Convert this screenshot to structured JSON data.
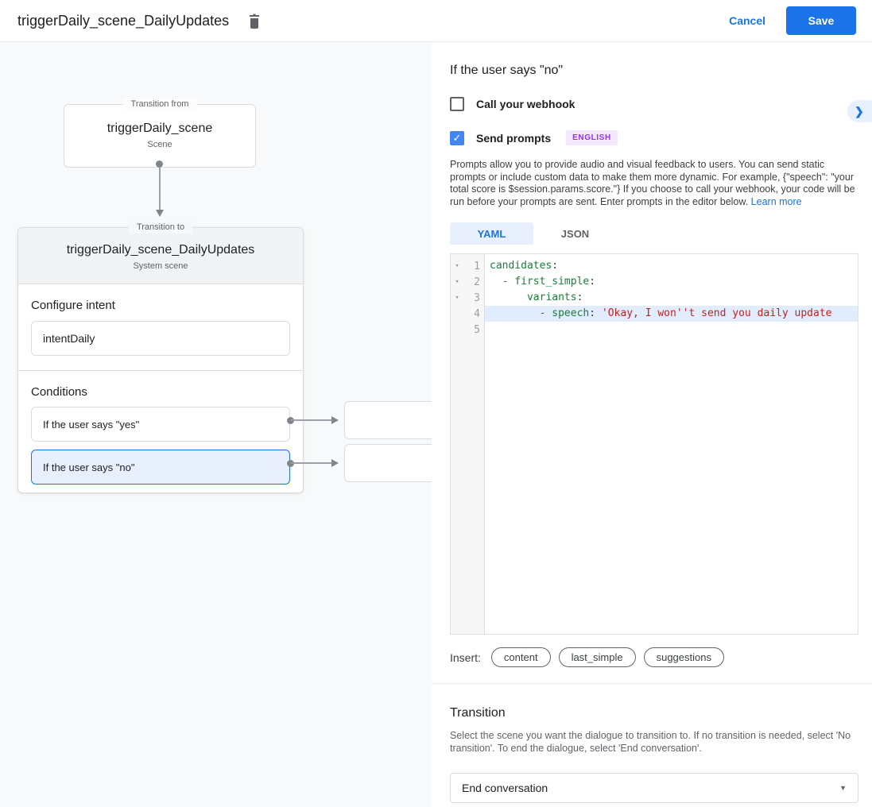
{
  "header": {
    "title": "triggerDaily_scene_DailyUpdates",
    "cancel_label": "Cancel",
    "save_label": "Save"
  },
  "canvas": {
    "transition_from": {
      "legend": "Transition from",
      "name": "triggerDaily_scene",
      "type": "Scene"
    },
    "transition_to": {
      "legend": "Transition to",
      "name": "triggerDaily_scene_DailyUpdates",
      "type": "System scene",
      "configure_intent_label": "Configure intent",
      "intent_value": "intentDaily",
      "conditions_label": "Conditions",
      "conditions": [
        {
          "label": "If the user says \"yes\"",
          "selected": false
        },
        {
          "label": "If the user says \"no\"",
          "selected": true
        }
      ]
    }
  },
  "panel": {
    "title": "If the user says \"no\"",
    "webhook_checkbox": {
      "label": "Call your webhook",
      "checked": false
    },
    "prompts_checkbox": {
      "label": "Send prompts",
      "checked": true,
      "check_glyph": "✓",
      "badge": "ENGLISH"
    },
    "description": "Prompts allow you to provide audio and visual feedback to users. You can send static prompts or include custom data to make them more dynamic. For example, {\"speech\": \"your total score is $session.params.score.\"} If you choose to call your webhook, your code will be run before your prompts are sent. Enter prompts in the editor below. ",
    "learn_more_label": "Learn more",
    "tabs": {
      "yaml": "YAML",
      "json": "JSON"
    },
    "editor": {
      "lines": [
        {
          "num": "1",
          "fold": true,
          "hl": false,
          "parts": [
            [
              "key",
              "candidates"
            ],
            [
              "plain",
              ":"
            ]
          ]
        },
        {
          "num": "2",
          "fold": true,
          "hl": false,
          "parts": [
            [
              "plain",
              "  "
            ],
            [
              "dash",
              "- "
            ],
            [
              "key",
              "first_simple"
            ],
            [
              "plain",
              ":"
            ]
          ]
        },
        {
          "num": "3",
          "fold": true,
          "hl": false,
          "parts": [
            [
              "plain",
              "      "
            ],
            [
              "key",
              "variants"
            ],
            [
              "plain",
              ":"
            ]
          ]
        },
        {
          "num": "4",
          "fold": false,
          "hl": true,
          "parts": [
            [
              "plain",
              "        "
            ],
            [
              "dash",
              "- "
            ],
            [
              "key",
              "speech"
            ],
            [
              "plain",
              ": "
            ],
            [
              "string",
              "'Okay, I won''t send you daily update"
            ]
          ]
        },
        {
          "num": "5",
          "fold": false,
          "hl": false,
          "parts": []
        }
      ]
    },
    "insert_label": "Insert:",
    "insert_chips": [
      "content",
      "last_simple",
      "suggestions"
    ],
    "transition": {
      "title": "Transition",
      "description": "Select the scene you want the dialogue to transition to. If no transition is needed, select 'No transition'. To end the dialogue, select 'End conversation'.",
      "selected_value": "End conversation"
    },
    "colors": {
      "accent": "#1a73e8",
      "checkbox_fill": "#4285f4",
      "badge_text": "#9334e6",
      "badge_bg": "#f3e8fd"
    }
  }
}
